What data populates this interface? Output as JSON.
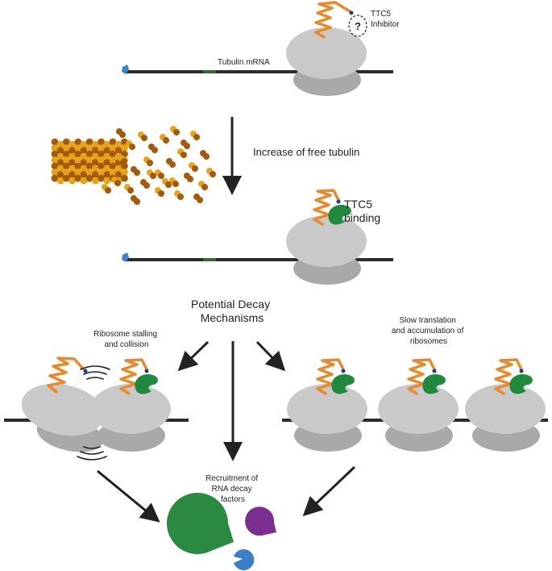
{
  "labels": {
    "ttc5_inhibitor_line1": "TTC5",
    "ttc5_inhibitor_line2": "Inhibitor",
    "inhibitor_question": "?",
    "tubulin_mrna": "Tubulin mRNA",
    "increase_free_tubulin": "Increase of free tubulin",
    "ttc5_binding_line1": "TTC5",
    "ttc5_binding_line2": "binding",
    "potential_decay_line1": "Potential Decay",
    "potential_decay_line2": "Mechanisms",
    "ribosome_stalling_line1": "Ribosome stalling",
    "ribosome_stalling_line2": "and collision",
    "slow_translation_line1": "Slow translation",
    "slow_translation_line2": "and accumulation of",
    "slow_translation_line3": "ribosomes",
    "recruitment_line1": "Recruitment of",
    "recruitment_line2": "RNA decay",
    "recruitment_line3": "factors"
  },
  "colors": {
    "ribosome_large": "#c9c9c9",
    "ribosome_small": "#a9a9a9",
    "mrna": "#2b2b2b",
    "mrna_start_codon": "#2f6b35",
    "cap": "#3a86c8",
    "nascent_chain": "#e88a2c",
    "chain_tip": "#1a3d9a",
    "ttc5": "#1f8a3d",
    "decay_green": "#2a8a3f",
    "decay_purple": "#7a2f90",
    "decay_blue": "#3a7fc8",
    "arrow": "#222222",
    "tubulin_light": "#e6a417",
    "tubulin_dark": "#a55a0a"
  }
}
